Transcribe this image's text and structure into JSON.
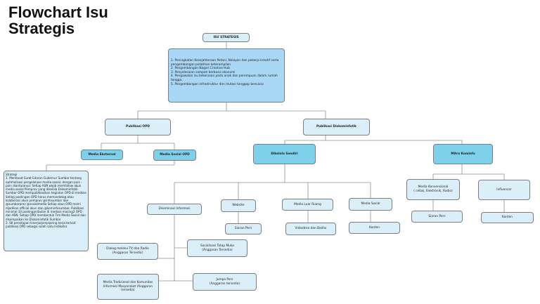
{
  "title": "Flowchart Isu\nStrategis",
  "nodes": {
    "isu_strategis": "ISU STRATEGIS",
    "isu_list": "1. Peningkatan Kesejahteraan Petani, Nelayan dan pekerja kreatif serta pengembangan pelatihan keterampilan\n2. Pengembangan Nagari Creative Hub\n3. Penyelesaian sampah berbasis ekonomi\n4. Pengawalan isu kekerasan pada anak dan perempuan dalam rumah tangga.\n5. Pengembangan infrastruktur dan mutasi tanggap bencana",
    "publikasi_opd": "Publikasi OPD",
    "publikasi_diskominfotik": "Publikasi Diskominfotik",
    "media_eksternal": "Media Eksternal",
    "media_sosial_opd": "Media Sosial OPD",
    "strategi": "Strategi\n1. Membuat Surat Edaran Gubernur Sumbar tentang optimalisasi pengelolaan media sosial, dengan poin - poin diantaranya: Setiap ASN wajib memfollow akun media sosial Pemprov yang dikelola Diskominfotik Sumbar OPD mempublikasikan kegiatan OPD di medsos Setiap postingan OPD harus memandatag atau kolaborasi akun pemprov @infosumbar dan @sumbarprov @sosialmedia Setiap akun OPD resmi dijadikan official akun dan @kominfosumbar. Publikasi minimal 10 postingan/bulan di medsos masing2 OPD dan ASN. Setiap OPD membentuk Tim Media Sosial dan disampaikan ke Diskominfotik Sumbar\n2. SK penetapan kinerja/penjejaring kerja terkait publikasi OPD sebagai salah satu indikator.",
    "dikelola_sendiri": "Dikelola Sendiri",
    "mitra_kominfo": "Mitra Kominfo",
    "diseminasi_informasi": "Diseminasi Informasi",
    "website": "Website",
    "media_luar_ruang": "Media Luar Ruang",
    "media_sosial": "Media Sosial",
    "media_konvensional": "Media Konvensional\n( cetak, Elektronik, Radio)",
    "influencer": "Influencer",
    "siaran_pers_1": "Siaran Pers",
    "videotron": "Videotron dan Baliho",
    "konten_1": "Konten",
    "siaran_pers_2": "Siaran Pers",
    "konten_2": "Konten",
    "dialog": "Dialog melalui TV dan Radio\n(Anggaran Tersedia)",
    "sosialisasi": "Sosialisasi Tatap Muka\n(Anggaran Tersedia)",
    "media_tradisional": "Media Tradisional dan Komunitas Informasi Masyarakat\n(Anggaran tersedia)",
    "jumpa_pers": "Jumpa Pers\n(Anggaran tersedia)"
  }
}
